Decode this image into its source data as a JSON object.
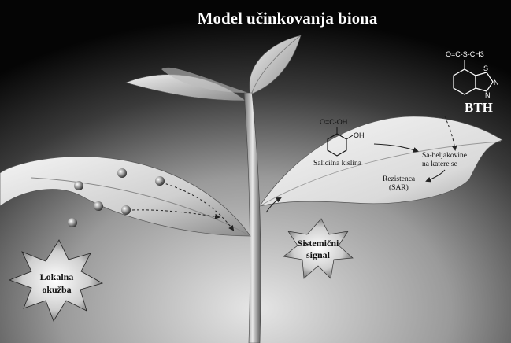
{
  "title": "Model učinkovanja biona",
  "bth": {
    "formula_top": "O=C-S-CH3",
    "ring_atoms": [
      "S",
      "N",
      "N"
    ],
    "label": "BTH"
  },
  "salicylic": {
    "group_top": "O=C-OH",
    "group_oh": "OH",
    "label": "Salicilna kislina"
  },
  "proteins_label": [
    "Sa-beljakovine",
    "na katere se"
  ],
  "resistance_label": [
    "Rezistenca",
    "(SAR)"
  ],
  "systemic_signal": [
    "Sistemični",
    "signal"
  ],
  "local_infection": [
    "Lokalna",
    "okužba"
  ]
}
